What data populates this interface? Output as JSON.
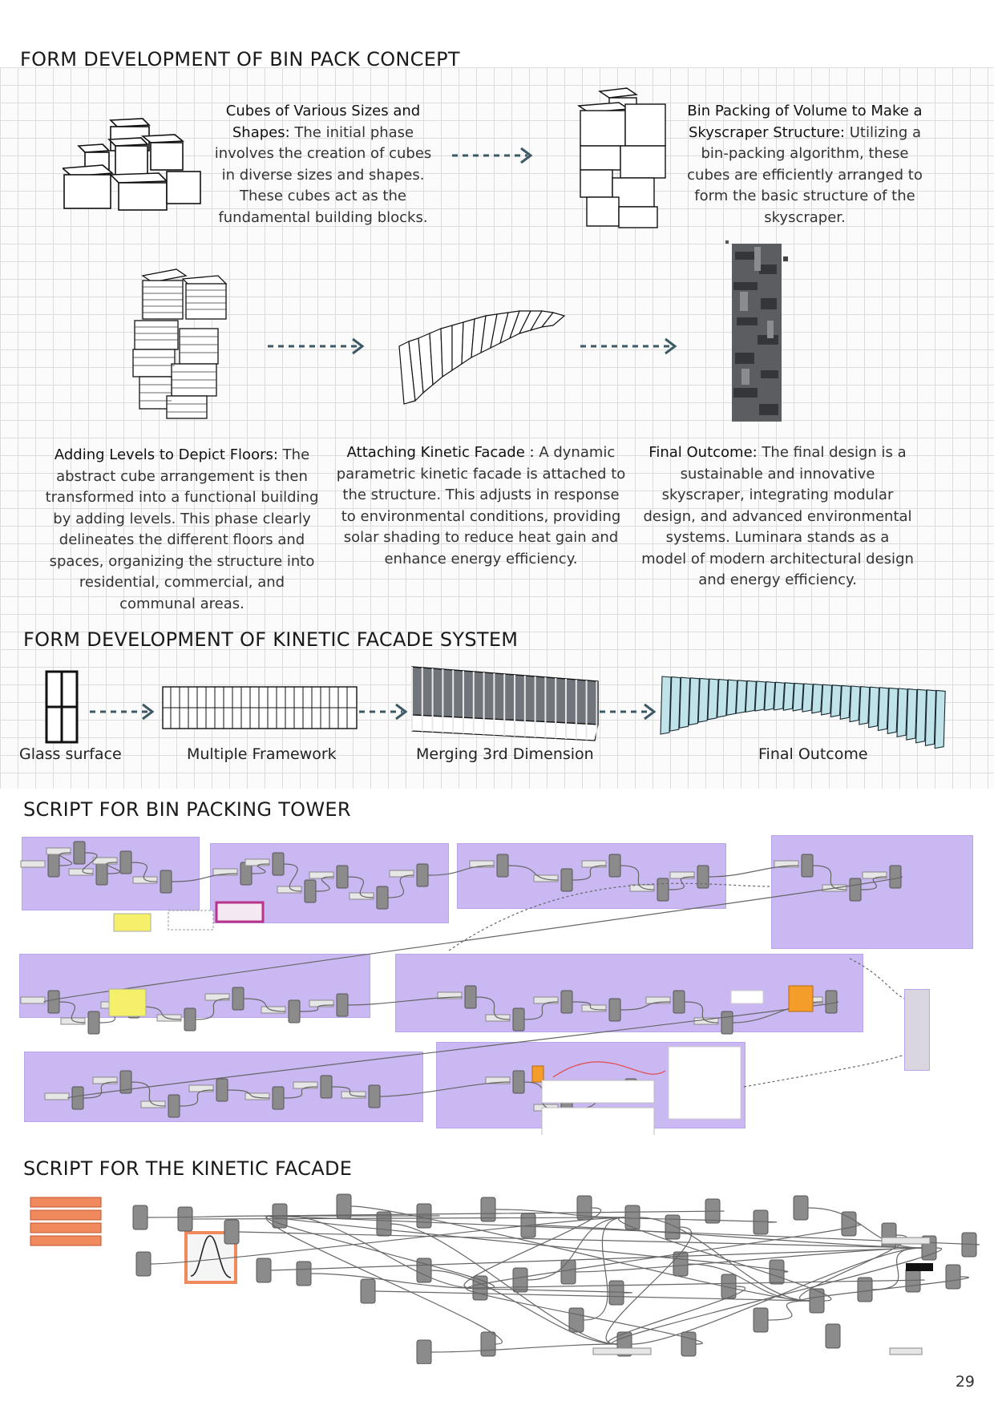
{
  "bin_pack": {
    "heading": "FORM DEVELOPMENT OF BIN PACK CONCEPT",
    "step1": {
      "title": "Cubes of Various Sizes and Shapes:",
      "text": " The initial phase involves the creation of cubes in diverse sizes and shapes. These cubes act as the fundamental building blocks."
    },
    "step2": {
      "title": "Bin Packing of  Volume to Make a Skyscraper Structure:",
      "text": " Utilizing a bin-packing algorithm, these cubes are efficiently arranged to form the basic structure of the skyscraper."
    },
    "step3": {
      "title": "Adding Levels to Depict Floors:",
      "text": " The abstract cube arrangement is then transformed into a functional building by adding levels. This phase clearly delineates the different floors and spaces, organizing the structure into residential, commercial, and communal areas."
    },
    "step4": {
      "title": "Attaching Kinetic Facade :",
      "text": " A dynamic parametric kinetic facade is attached to the structure. This adjusts in response to environmental conditions, providing solar shading to reduce heat gain and enhance energy efficiency."
    },
    "step5": {
      "title": "Final Outcome:",
      "text": " The final design is a sustainable and innovative skyscraper, integrating modular design, and advanced environmental systems. Luminara stands as a model of modern architectural design and energy efficiency."
    }
  },
  "kinetic": {
    "heading": "FORM DEVELOPMENT OF KINETIC FACADE SYSTEM",
    "captions": [
      "Glass surface",
      "Multiple Framework",
      "Merging 3rd Dimension",
      "Final Outcome"
    ]
  },
  "script_tower": {
    "heading": "SCRIPT FOR BIN PACKING TOWER"
  },
  "script_facade": {
    "heading": "SCRIPT FOR THE KINETIC FACADE"
  },
  "page_number": "29",
  "colors": {
    "panel": "#c9b8f2",
    "arrow": "#3c5a66",
    "highlight_yellow": "#f5f06a",
    "slider_orange": "#f08a5d"
  }
}
